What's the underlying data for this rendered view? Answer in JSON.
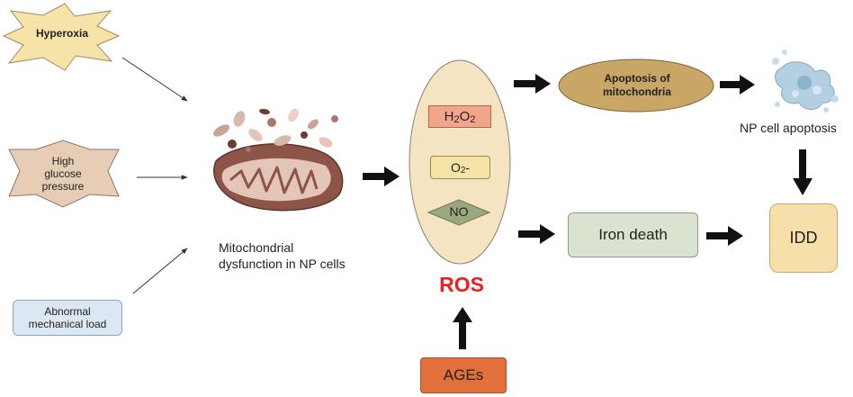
{
  "triggers": {
    "hyperoxia": "Hyperoxia",
    "high_glucose": [
      "High",
      "glucose",
      "pressure"
    ],
    "abnormal_load": [
      "Abnormal",
      "mechanical load"
    ]
  },
  "mitochondria": {
    "label": [
      "Mitochondrial",
      "dysfunction in NP cells"
    ]
  },
  "ros": {
    "label": "ROS",
    "species": {
      "h2o2": {
        "base": "H",
        "sub1": "2",
        "mid": "O",
        "sub2": "2"
      },
      "superoxide": {
        "base": "O",
        "sub": "2",
        "sup": "-"
      },
      "no": "NO"
    }
  },
  "outcomes": {
    "apoptosis_mito": [
      "Apoptosis of",
      "mitochondria"
    ],
    "np_apoptosis": "NP cell apoptosis",
    "iron_death": "Iron death",
    "idd": "IDD"
  },
  "ages": "AGEs",
  "colors": {
    "hyperoxia_fill": "#f6e3a8",
    "glucose_fill": "#e7cdb6",
    "abnormal_fill": "#dbe7f2",
    "ros_ellipse_fill": "#f5e4c2",
    "h2o2_fill": "#f2a58a",
    "o2_fill": "#f6e3a6",
    "no_fill": "#9aa881",
    "apoptosis_fill": "#c9a566",
    "iron_fill": "#dbe2cf",
    "idd_fill": "#f6dfa8",
    "ages_fill": "#e36f3a",
    "ros_text": "#e8201e",
    "mito_body": "#8d5548",
    "np_cell": "#b3cfe2"
  },
  "icons": {
    "mitochondria": "mitochondria-icon",
    "np_cell": "np-cell-apoptosis-icon"
  }
}
